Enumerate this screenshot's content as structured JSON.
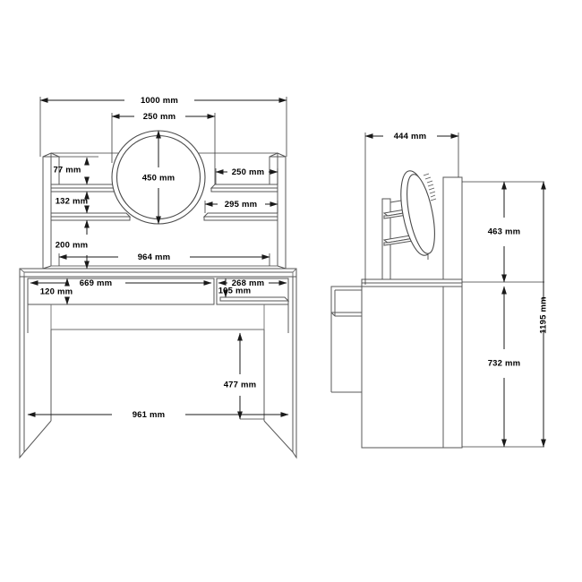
{
  "drawing": {
    "title": "Dressing Table Technical Dimension Drawing",
    "units": "mm",
    "background_color": "#ffffff",
    "line_color": "#5a5a5a",
    "dimension_color": "#1a1a1a",
    "views": [
      "front-elevation",
      "side-elevation"
    ]
  },
  "front_view": {
    "name": "front-elevation",
    "dimensions": {
      "overall_width": "1000 mm",
      "mirror_offset": "250 mm",
      "mirror_diameter": "450 mm",
      "left_shelf_top_gap": "77 mm",
      "left_shelf_mid_gap": "132 mm",
      "left_shelf_bottom_gap": "200 mm",
      "right_shelf_upper_width": "250 mm",
      "right_shelf_lower_width": "295 mm",
      "hutch_inner_width": "964 mm",
      "drawer_width": "669 mm",
      "drawer_height": "120 mm",
      "side_compartment_width": "268 mm",
      "side_compartment_height": "105 mm",
      "leg_clearance_height": "477 mm",
      "overall_base_width": "961 mm"
    }
  },
  "side_view": {
    "name": "side-elevation",
    "dimensions": {
      "depth": "444 mm",
      "hutch_height": "463 mm",
      "desk_height": "732 mm",
      "total_height": "1195 mm"
    }
  },
  "labels": {
    "d1000": "1000 mm",
    "d250_top": "250 mm",
    "d450": "450 mm",
    "d77": "77 mm",
    "d132": "132 mm",
    "d200": "200 mm",
    "d250_right": "250 mm",
    "d295": "295 mm",
    "d964": "964 mm",
    "d669": "669 mm",
    "d120": "120 mm",
    "d268": "268 mm",
    "d105": "105 mm",
    "d477": "477 mm",
    "d961": "961 mm",
    "d444": "444 mm",
    "d463": "463 mm",
    "d732": "732 mm",
    "d1195": "1195 mm"
  }
}
